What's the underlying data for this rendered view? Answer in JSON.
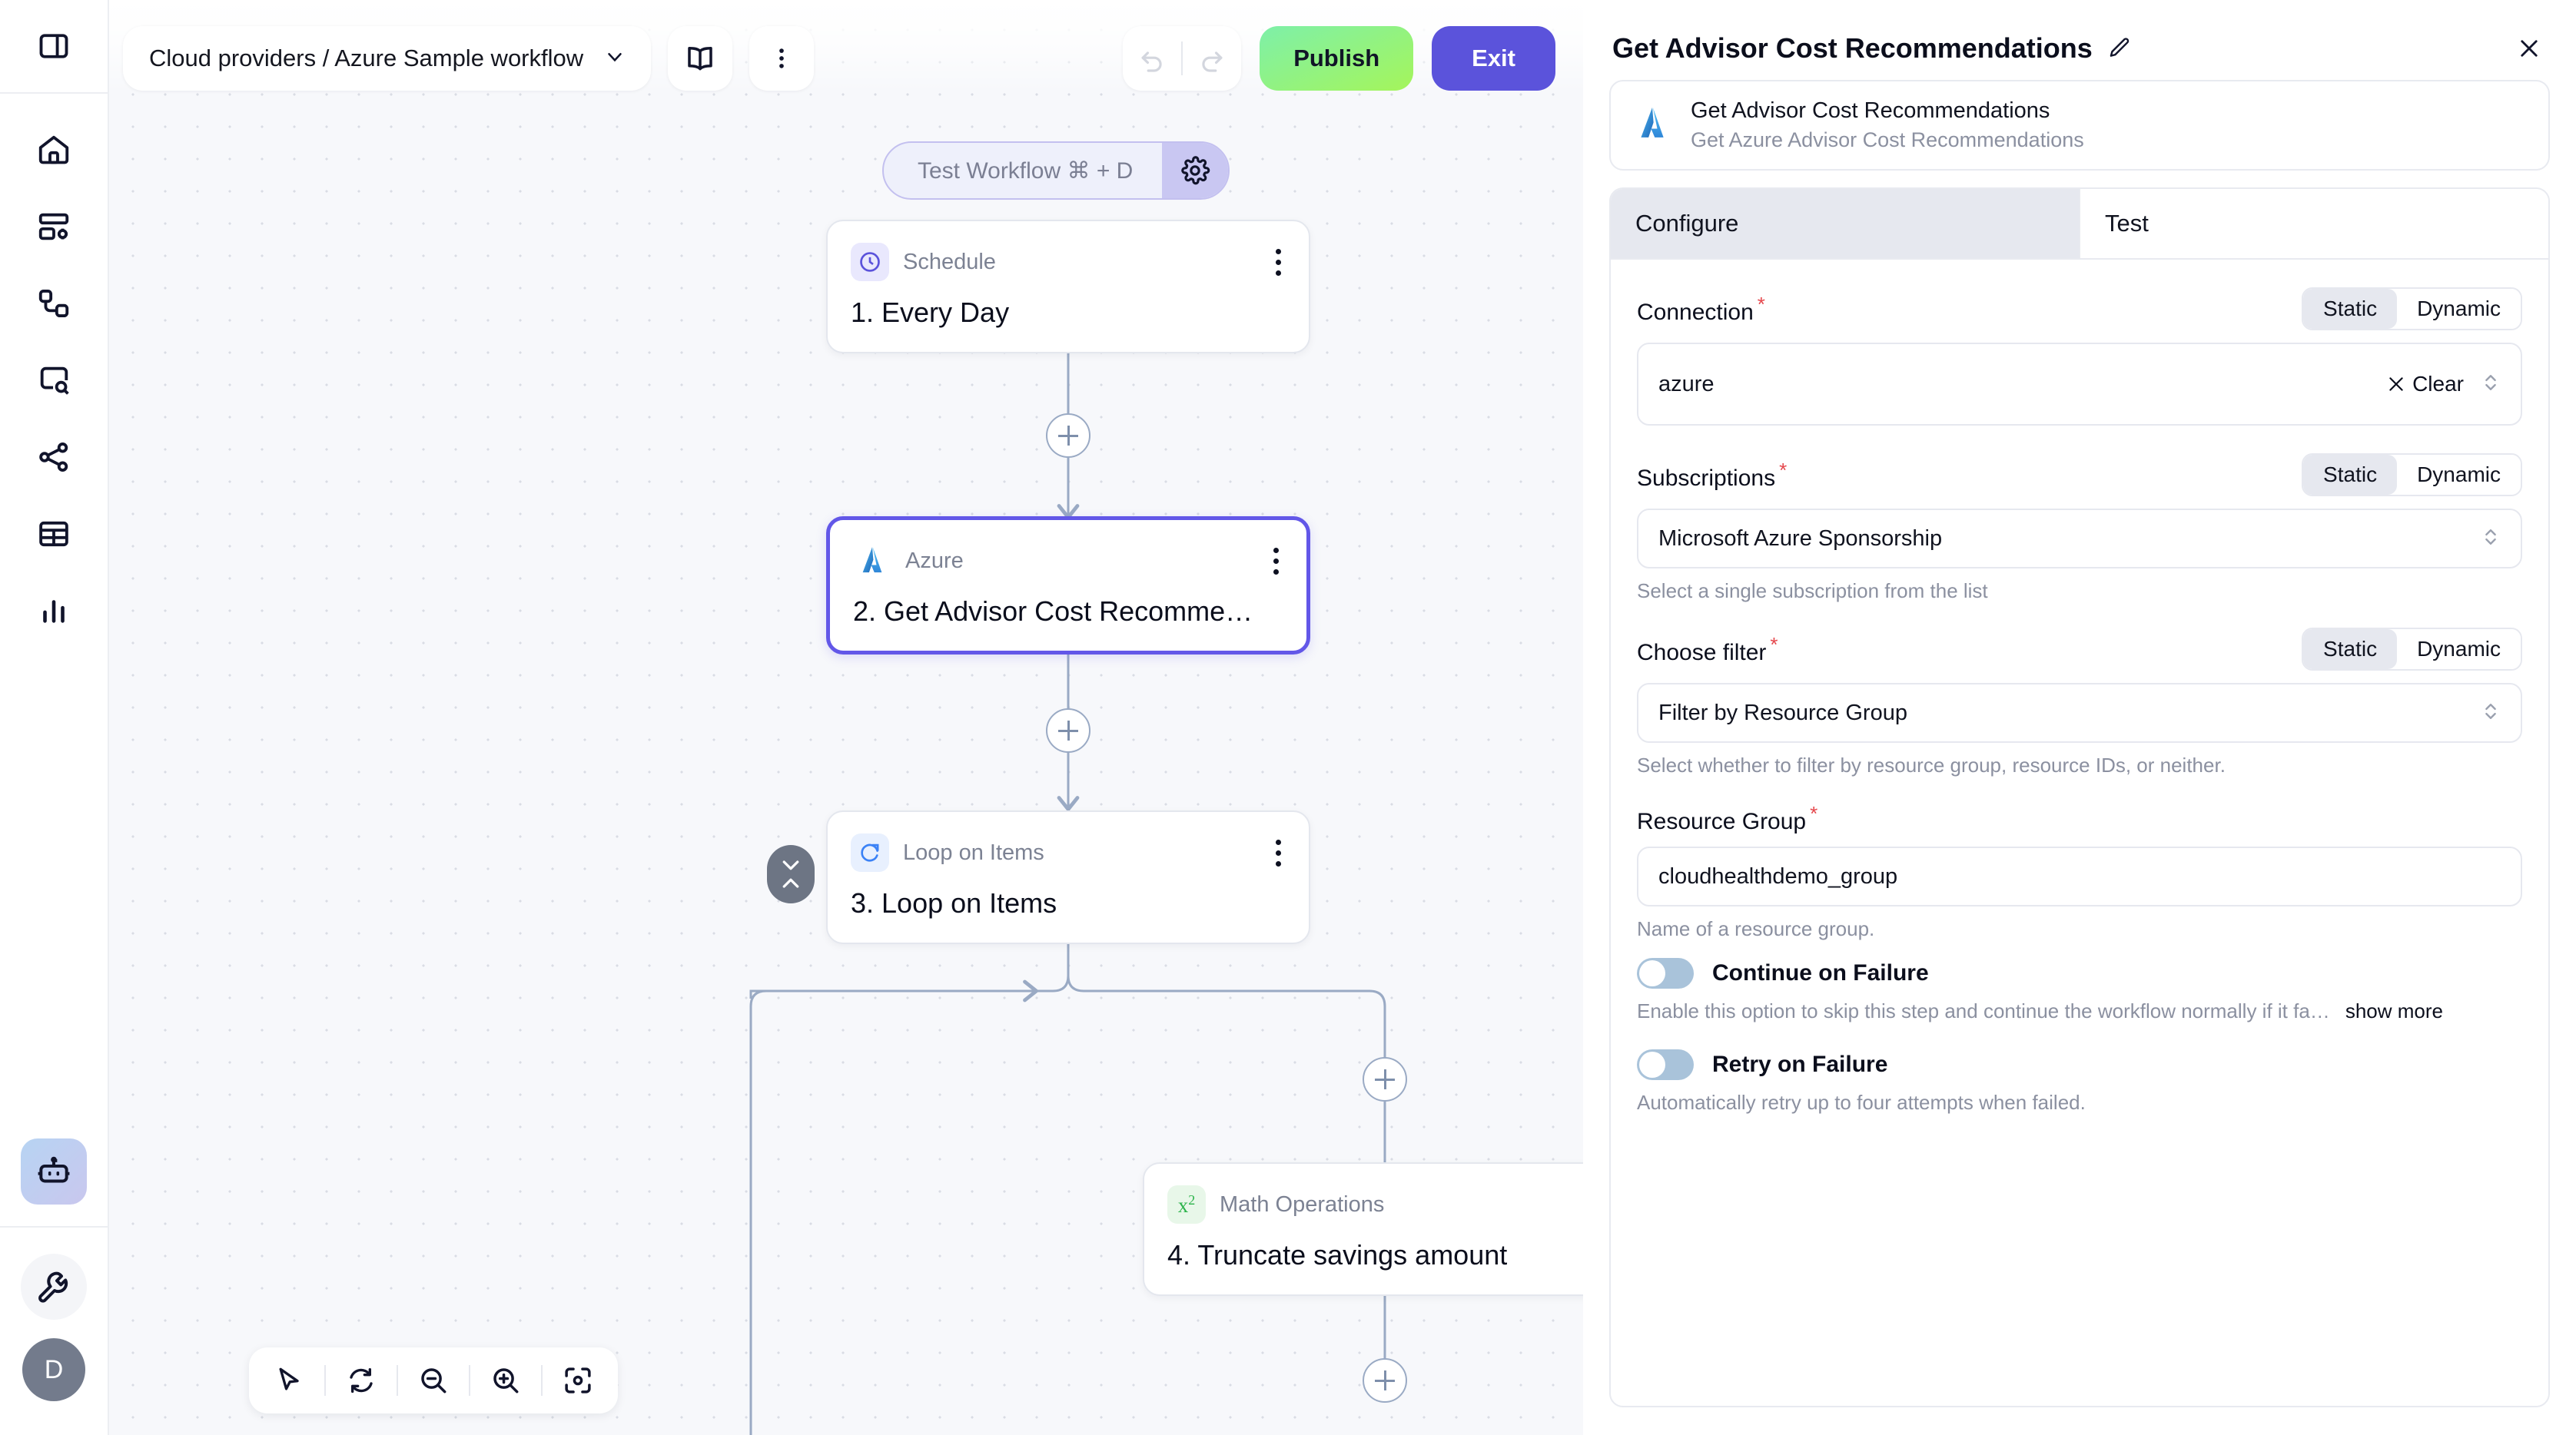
{
  "rail": {
    "panel_toggle": "panel-toggle-icon",
    "items": [
      {
        "name": "home",
        "icon": "home-icon"
      },
      {
        "name": "dashboard",
        "icon": "dashboard-settings-icon"
      },
      {
        "name": "workflows",
        "icon": "nodes-icon"
      },
      {
        "name": "inspect",
        "icon": "search-box-icon"
      },
      {
        "name": "share",
        "icon": "share-icon"
      },
      {
        "name": "tables",
        "icon": "table-icon"
      },
      {
        "name": "analytics",
        "icon": "bar-chart-icon"
      }
    ],
    "bot": "robot-icon",
    "wrench": "wrench-icon",
    "avatar_initial": "D"
  },
  "topbar": {
    "breadcrumb": "Cloud providers / Azure Sample workflow",
    "chevron": "chevron-down-icon",
    "book_icon": "book-icon",
    "more_icon": "more-vertical-icon",
    "undo_icon": "undo-icon",
    "redo_icon": "redo-icon",
    "publish_label": "Publish",
    "exit_label": "Exit",
    "publish_color": "#a5f55a",
    "exit_color": "#5b53db"
  },
  "test_pill": {
    "label": "Test Workflow ⌘ + D",
    "gear_icon": "gear-icon"
  },
  "canvas": {
    "nodes": [
      {
        "kind": "Schedule",
        "title": "1. Every Day",
        "chip": "clock-icon",
        "chip_style": "violet",
        "selected": false
      },
      {
        "kind": "Azure",
        "title": "2. Get Advisor Cost Recomme…",
        "chip": "azure-icon",
        "chip_style": "plain",
        "selected": true
      },
      {
        "kind": "Loop on Items",
        "title": "3. Loop on Items",
        "chip": "refresh-icon",
        "chip_style": "blue",
        "selected": false
      },
      {
        "kind": "Math Operations",
        "title": "4. Truncate savings amount",
        "chip": "x-squared-icon",
        "chip_style": "green",
        "selected": false
      }
    ],
    "add_label": "+",
    "collapse_icon": "collapse-icon"
  },
  "bottom_tools": [
    {
      "name": "pointer-tool",
      "icon": "cursor-icon"
    },
    {
      "name": "reset-view",
      "icon": "refresh-icon"
    },
    {
      "name": "zoom-out",
      "icon": "zoom-out-icon"
    },
    {
      "name": "zoom-in",
      "icon": "zoom-in-icon"
    },
    {
      "name": "fit-to-screen",
      "icon": "fit-screen-icon"
    }
  ],
  "panel": {
    "title": "Get Advisor Cost Recommendations",
    "edit_icon": "pencil-icon",
    "close_icon": "close-icon",
    "app_card": {
      "icon": "azure-icon",
      "name": "Get Advisor Cost Recommendations",
      "description": "Get Azure Advisor Cost Recommendations"
    },
    "tabs": [
      {
        "label": "Configure",
        "active": true
      },
      {
        "label": "Test",
        "active": false
      }
    ],
    "segment_options": {
      "static": "Static",
      "dynamic": "Dynamic"
    },
    "fields": [
      {
        "label": "Connection",
        "required": true,
        "mode": "Static",
        "value": "azure",
        "clear_label": "Clear",
        "helper": ""
      },
      {
        "label": "Subscriptions",
        "required": true,
        "mode": "Static",
        "value": "Microsoft Azure Sponsorship",
        "helper": "Select a single subscription from the list"
      },
      {
        "label": "Choose filter",
        "required": true,
        "mode": "Static",
        "value": "Filter by Resource Group",
        "helper": "Select whether to filter by resource group, resource IDs, or neither."
      },
      {
        "label": "Resource Group",
        "required": true,
        "mode": null,
        "value": "cloudhealthdemo_group",
        "helper": "Name of a resource group."
      }
    ],
    "toggles": [
      {
        "label": "Continue on Failure",
        "on": false,
        "helper": "Enable this option to skip this step and continue the workflow normally if it fa…",
        "show_more": "show more"
      },
      {
        "label": "Retry on Failure",
        "on": false,
        "helper": "Automatically retry up to four attempts when failed.",
        "show_more": ""
      }
    ]
  }
}
